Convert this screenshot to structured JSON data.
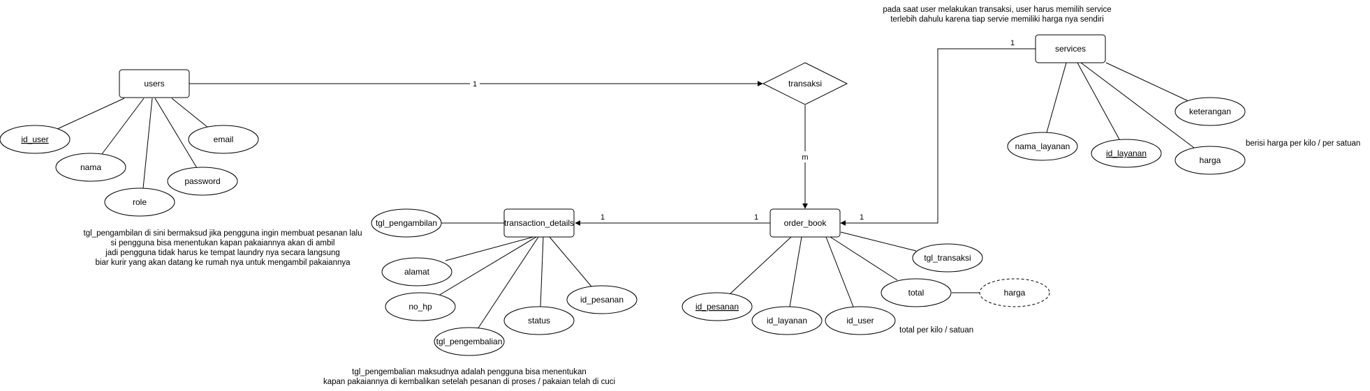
{
  "entities": {
    "users": "users",
    "services": "services",
    "transaction_details": "transaction_details",
    "order_book": "order_book"
  },
  "relationships": {
    "transaksi": "transaksi"
  },
  "attributes": {
    "users_id_user": "id_user",
    "users_nama": "nama",
    "users_role": "role",
    "users_email": "email",
    "users_password": "password",
    "services_nama_layanan": "nama_layanan",
    "services_id_layanan": "id_layanan",
    "services_harga": "harga",
    "services_keterangan": "keterangan",
    "td_tgl_pengambilan": "tgl_pengambilan",
    "td_alamat": "alamat",
    "td_no_hp": "no_hp",
    "td_tgl_pengembalian": "tgl_pengembalian",
    "td_status": "status",
    "td_id_pesanan": "id_pesanan",
    "ob_id_pesanan": "id_pesanan",
    "ob_id_layanan": "id_layanan",
    "ob_id_user": "id_user",
    "ob_total": "total",
    "ob_tgl_transaksi": "tgl_transaksi",
    "ob_harga": "harga"
  },
  "cardinalities": {
    "users_transaksi": "1",
    "transaksi_order_book": "m",
    "services_side": "1",
    "order_book_from_services": "1",
    "order_book_to_td": "1",
    "td_from_order_book": "1"
  },
  "notes": {
    "services_note": [
      "pada saat user melakukan transaksi, user harus memilih service",
      "terlebih dahulu karena tiap servie memiliki harga nya sendiri"
    ],
    "harga_note": "berisi harga per kilo / per satuan",
    "total_note": "total per kilo / satuan",
    "pengambilan_note": [
      "tgl_pengambilan di sini bermaksud jika pengguna ingin membuat pesanan  lalu",
      "si pengguna bisa menentukan kapan pakaiannya akan di ambil",
      "jadi pengguna tidak harus ke tempat laundry nya secara langsung",
      "biar kurir yang akan datang ke rumah nya untuk mengambil pakaiannya"
    ],
    "pengembalian_note": [
      "tgl_pengembalian maksudnya adalah pengguna bisa menentukan",
      "kapan pakaiannya di kembalikan setelah pesanan di proses  / pakaian telah di cuci"
    ]
  }
}
